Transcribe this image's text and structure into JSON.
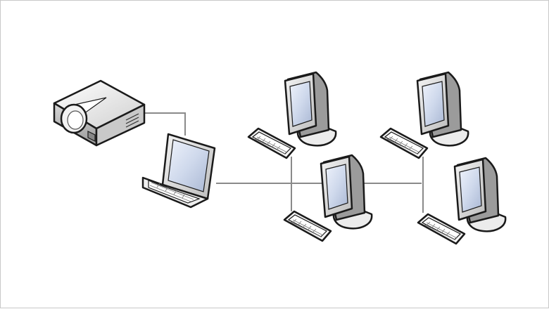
{
  "diagram": {
    "nodes": [
      {
        "id": "projector",
        "type": "projector",
        "icon": "projector-icon"
      },
      {
        "id": "laptop",
        "type": "laptop",
        "icon": "laptop-icon"
      },
      {
        "id": "ws1",
        "type": "workstation",
        "icon": "desktop-computer-icon"
      },
      {
        "id": "ws2",
        "type": "workstation",
        "icon": "desktop-computer-icon"
      },
      {
        "id": "ws3",
        "type": "workstation",
        "icon": "desktop-computer-icon"
      },
      {
        "id": "ws4",
        "type": "workstation",
        "icon": "desktop-computer-icon"
      }
    ],
    "connections": [
      [
        "projector",
        "laptop"
      ],
      [
        "laptop",
        "ws3"
      ],
      [
        "ws1",
        "ws3"
      ],
      [
        "ws3",
        "ws4"
      ],
      [
        "ws2",
        "ws4"
      ]
    ],
    "colors": {
      "wire": "#8a8a8a",
      "outline": "#1a1a1a",
      "screen": "#cfd9ec",
      "body": "#e8e8e8"
    }
  }
}
